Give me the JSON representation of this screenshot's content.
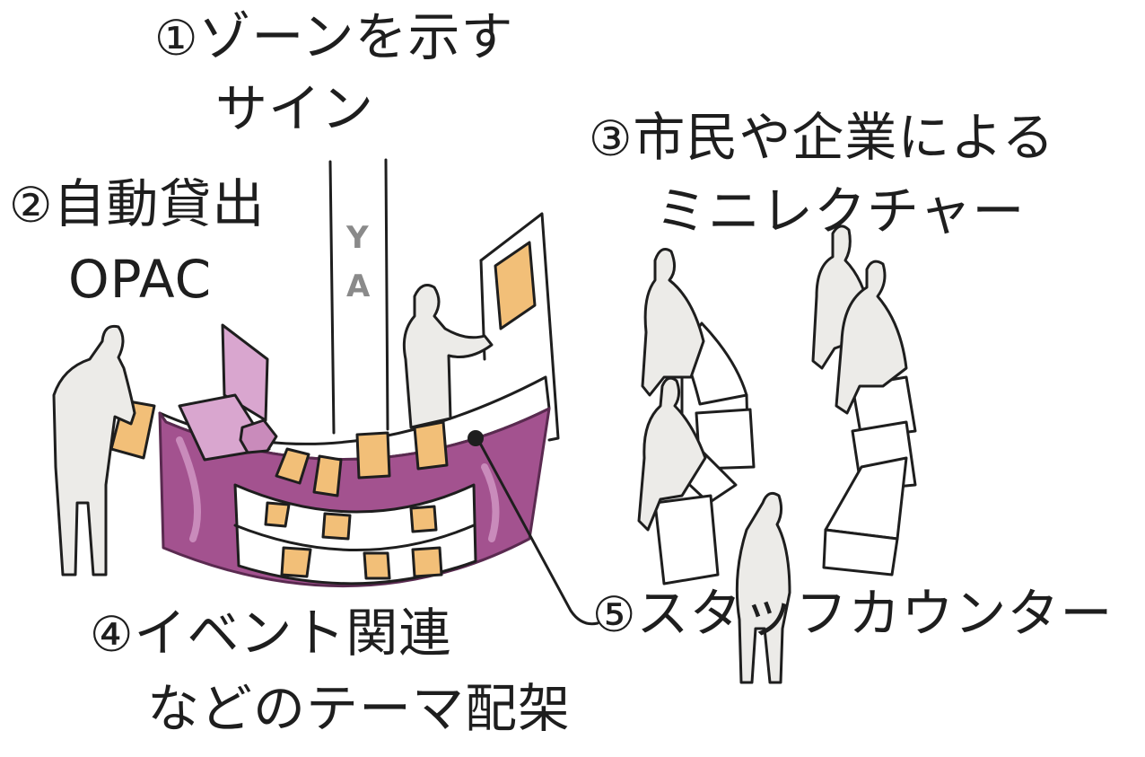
{
  "labels": {
    "zone_sign": {
      "num": "①",
      "line1": "ゾーンを示す",
      "line2": "サイン"
    },
    "opac": {
      "num": "②",
      "line1": "自動貸出",
      "line2": "OPAC"
    },
    "lecture": {
      "num": "③",
      "line1": "市民や企業による",
      "line2": "ミニレクチャー"
    },
    "theme_shelf": {
      "num": "④",
      "line1": "イベント関連",
      "line2": "などのテーマ配架"
    },
    "staff_counter": {
      "num": "⑤",
      "line1": "スタッフカウンター"
    }
  },
  "sign_text": {
    "y": "Y",
    "a": "A"
  },
  "colors": {
    "counter_purple": "#a3528f",
    "counter_purple_light": "#c98bbb",
    "panel_lilac": "#d9a6cf",
    "book_orange": "#f2bf78",
    "figure_gray": "#ecebe8",
    "ink": "#1e1e1e"
  }
}
